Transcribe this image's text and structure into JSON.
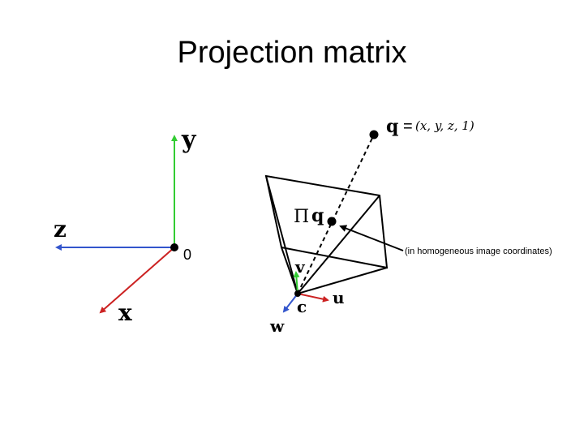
{
  "title": "Projection matrix",
  "labels": {
    "world_y": "y",
    "world_z": "z",
    "world_x": "x",
    "origin": "0",
    "point_q": "q",
    "equals": "=",
    "q_coords": "(x, y, z, 1)",
    "projection_pi": "Π",
    "projection_q": "q",
    "cam_v": "v",
    "cam_c": "c",
    "cam_u": "u",
    "cam_w": "w",
    "annotation": "(in homogeneous image coordinates)"
  },
  "colors": {
    "y_axis": "#33cc33",
    "z_axis": "#3355cc",
    "x_axis": "#cc2222",
    "v_axis": "#33cc33",
    "u_axis": "#cc2222",
    "w_axis": "#3355cc",
    "lines": "#000000"
  }
}
